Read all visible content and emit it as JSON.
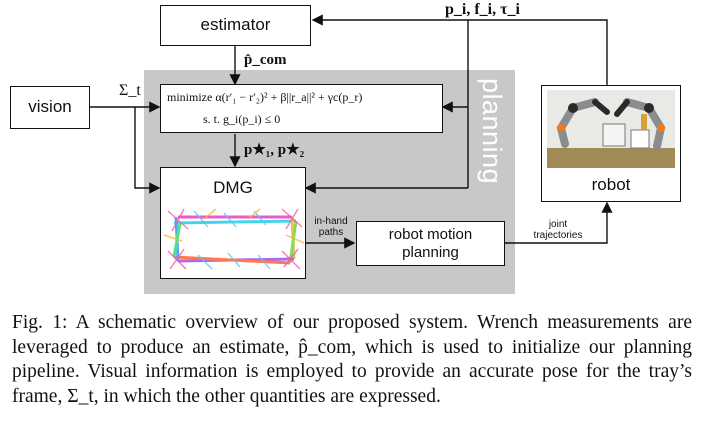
{
  "diagram": {
    "nodes": {
      "estimator": "estimator",
      "vision": "vision",
      "dmg": "DMG",
      "robot_motion_planning": "robot motion\nplanning",
      "robot": "robot",
      "planning_region": "planning"
    },
    "optimization": {
      "objective": "minimize α(r′₁ − r′₂)² + β||r_a||² + γc(p_r)",
      "constraint": "s. t. g_i(p_i) ≤ 0"
    },
    "edge_labels": {
      "p_com": "p̂_com",
      "sigma_t": "Σ_t",
      "p_stars": "p★₁, p★₂",
      "wrench": "p_i, f_i, τ_i",
      "in_hand_paths": "in-hand\npaths",
      "joint_trajectories": "joint\ntrajectories"
    },
    "colors": {
      "planning_panel": "#c8c8c8",
      "box_border": "#111111"
    }
  },
  "caption": "Fig. 1: A schematic overview of our proposed system. Wrench measurements are leveraged to produce an estimate, p̂_com, which is used to initialize our planning pipeline. Visual information is employed to provide an accurate pose for the tray’s frame, Σ_t, in which the other quantities are expressed."
}
